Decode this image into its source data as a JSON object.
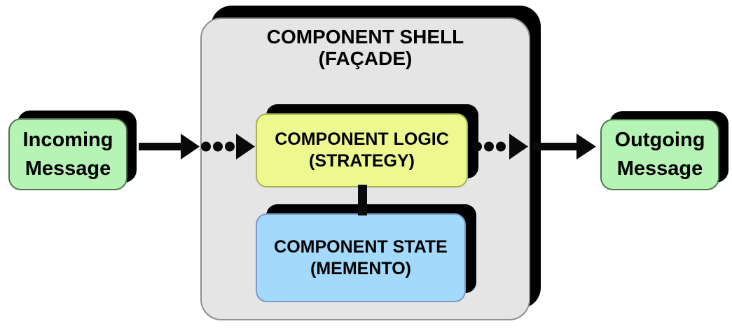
{
  "diagram": {
    "shell": {
      "label_line1": "COMPONENT SHELL",
      "label_line2": "(FAÇADE)"
    },
    "logic": {
      "label_line1": "COMPONENT LOGIC",
      "label_line2": "(STRATEGY)"
    },
    "state": {
      "label_line1": "COMPONENT STATE",
      "label_line2": "(MEMENTO)"
    },
    "incoming": {
      "label_line1": "Incoming",
      "label_line2": "Message"
    },
    "outgoing": {
      "label_line1": "Outgoing",
      "label_line2": "Message"
    },
    "colors": {
      "background": "#FFFFFF",
      "shell_fill": "#E5E5E5",
      "shell_border": "#8F8F8F",
      "logic_fill": "#EDF98F",
      "logic_border": "#A8B24E",
      "state_fill": "#A3D9FA",
      "state_border": "#7A9CC6",
      "message_fill": "#B6F4B6",
      "message_border": "#4F734F",
      "shadow": "#000000",
      "connector": "#0A0A0A",
      "text": "#000000"
    }
  }
}
